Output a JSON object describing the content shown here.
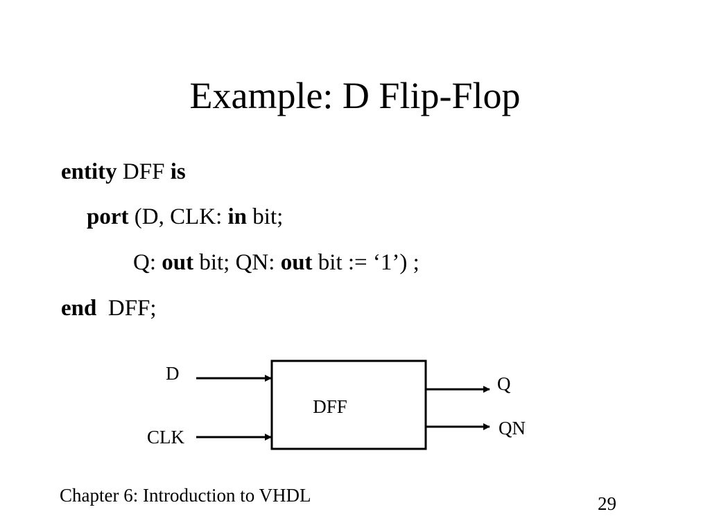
{
  "slide": {
    "title": "Example: D Flip-Flop",
    "code": {
      "line1": {
        "kw1": "entity",
        "t1": " DFF ",
        "kw2": "is"
      },
      "line2": {
        "kw1": "port",
        "t1": " (D, CLK: ",
        "kw2": "in",
        "t2": " bit;"
      },
      "line3": {
        "t1": "Q: ",
        "kw1": "out",
        "t2": " bit; QN: ",
        "kw2": "out",
        "t3": " bit := ‘1’) ;"
      },
      "line4": {
        "kw1": "end",
        "t1": "  DFF;"
      }
    },
    "diagram": {
      "block_label": "DFF",
      "inputs": [
        "D",
        "CLK"
      ],
      "outputs": [
        "Q",
        "QN"
      ]
    },
    "footer": {
      "chapter": "Chapter 6:  Introduction to VHDL",
      "page_number": "29"
    }
  }
}
